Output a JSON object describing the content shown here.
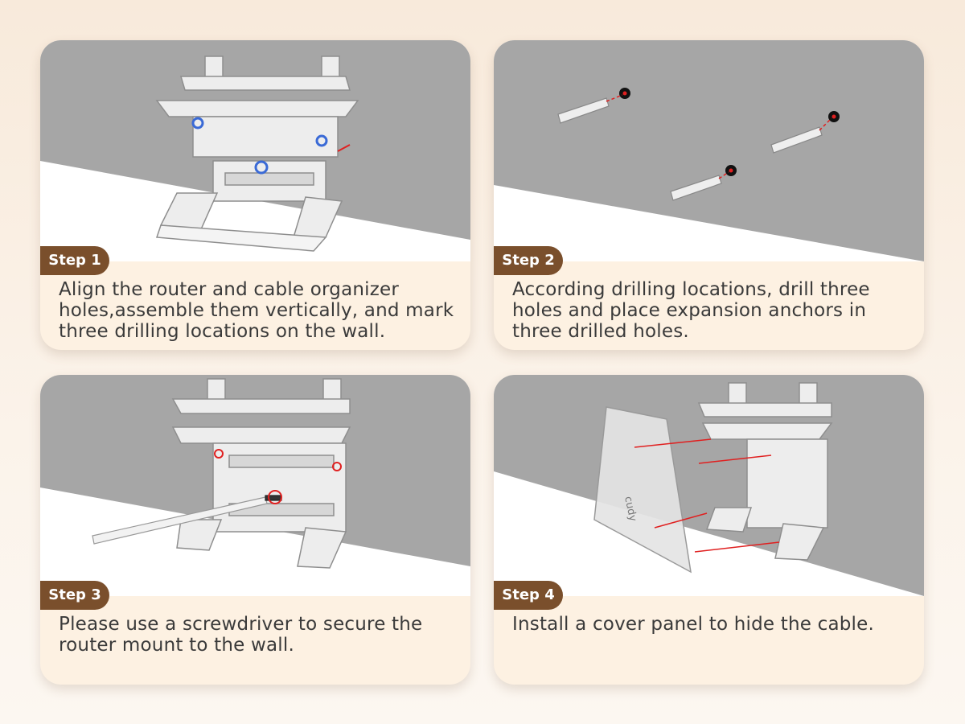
{
  "steps": [
    {
      "badge": "Step 1",
      "text": "Align the router and cable organizer holes,assemble them vertically, and mark three drilling locations on the wall."
    },
    {
      "badge": "Step 2",
      "text": "According drilling locations, drill three holes and place expansion anchors in three drilled holes."
    },
    {
      "badge": "Step 3",
      "text": "Please use a screwdriver to secure the router mount to the wall."
    },
    {
      "badge": "Step 4",
      "text": "Install a cover panel to hide the cable."
    }
  ],
  "cover_logo": "cudy",
  "colors": {
    "badge": "#7a4f2c",
    "wall": "#a6a6a6",
    "marker": "#e02020",
    "hole_ring": "#3a6ad6"
  }
}
